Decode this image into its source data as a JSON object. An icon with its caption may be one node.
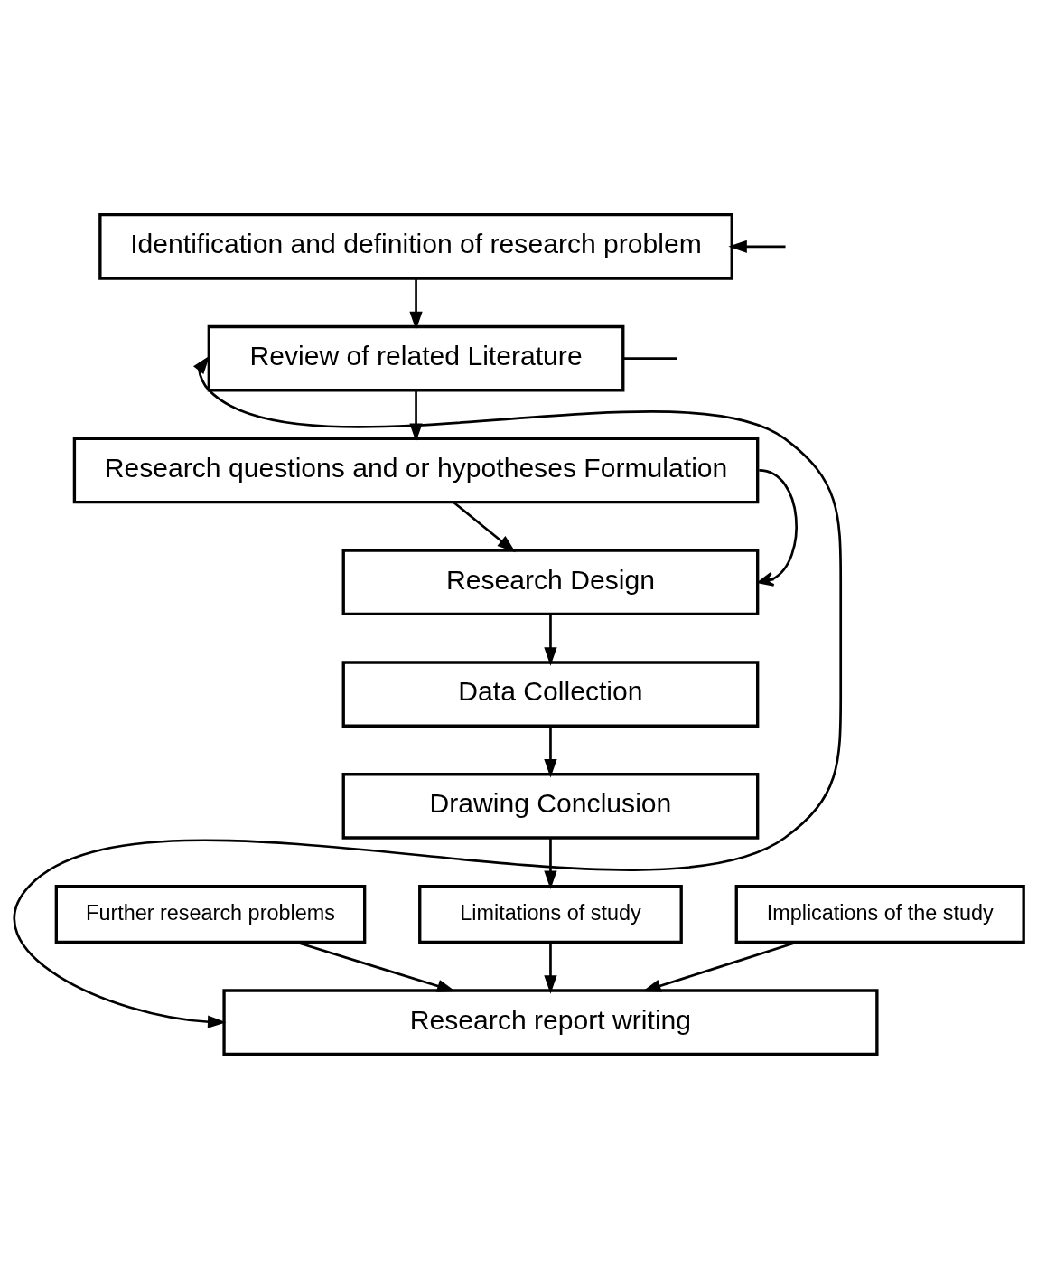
{
  "diagram": {
    "nodes": [
      {
        "text": [
          "Identification and definition of research problem"
        ]
      },
      {
        "text": [
          "Review of related Literature"
        ]
      },
      {
        "text": [
          "Research questions and or hypotheses Formulation"
        ]
      },
      {
        "text": [
          "Research Design"
        ]
      },
      {
        "text": [
          "Data Collection"
        ]
      },
      {
        "text": [
          "Drawing Conclusion"
        ]
      },
      {
        "text": [
          "Further research problems"
        ]
      },
      {
        "text": [
          "Limitations of study"
        ]
      },
      {
        "text": [
          "Implications of the study"
        ]
      },
      {
        "text": [
          "Research report writing"
        ]
      }
    ],
    "edges": [
      {
        "from": null,
        "to": 0,
        "arrow": "to"
      },
      {
        "from": 0,
        "to": 1,
        "arrow": "to"
      },
      {
        "from": 1,
        "to": null,
        "arrow": "none"
      },
      {
        "from": 1,
        "to": 2,
        "arrow": "to"
      },
      {
        "from": 2,
        "to": 3,
        "arrow": "to"
      },
      {
        "from": 2,
        "to": 3,
        "arrow": "to"
      },
      {
        "from": 3,
        "to": 4,
        "arrow": "to"
      },
      {
        "from": 4,
        "to": 5,
        "arrow": "to"
      },
      {
        "from": 5,
        "to": 7,
        "arrow": "to"
      },
      {
        "from": 6,
        "to": 9,
        "arrow": "to"
      },
      {
        "from": 7,
        "to": 9,
        "arrow": "to"
      },
      {
        "from": 8,
        "to": 9,
        "arrow": "to"
      },
      {
        "from": 1,
        "to": 9,
        "arrow": "both"
      }
    ]
  }
}
